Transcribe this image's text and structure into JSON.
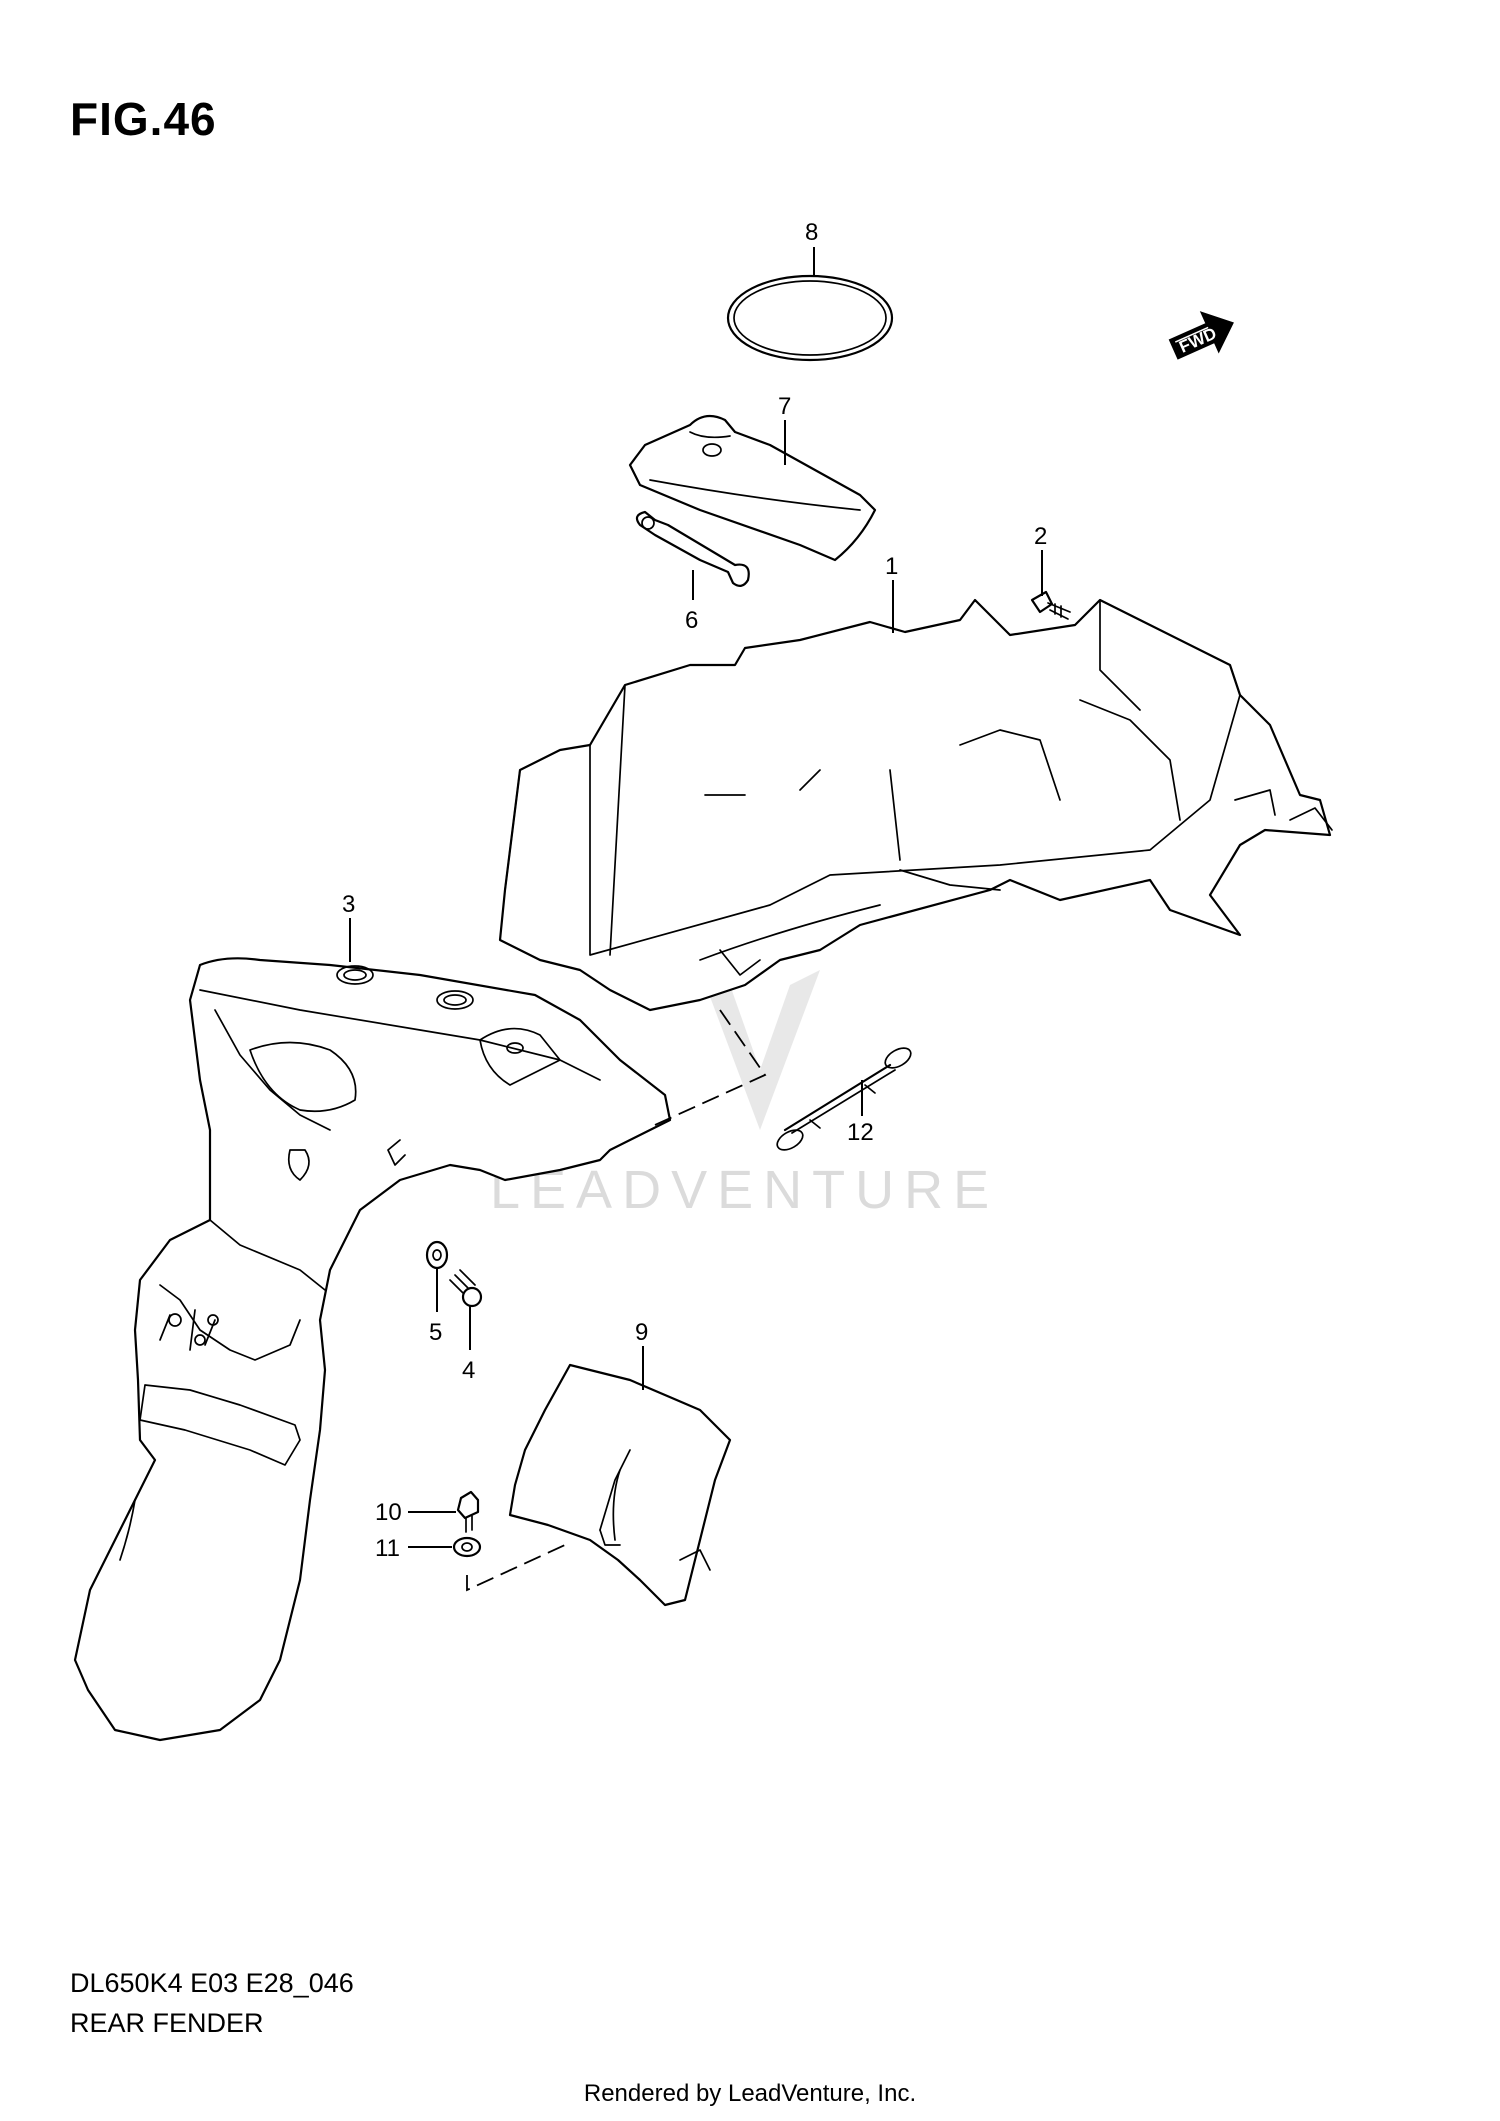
{
  "figure": {
    "title": "FIG.46",
    "model_code": "DL650K4 E03 E28_046",
    "section_name": "REAR FENDER"
  },
  "callouts": [
    "1",
    "2",
    "3",
    "4",
    "5",
    "6",
    "7",
    "8",
    "9",
    "10",
    "11",
    "12"
  ],
  "direction_label": "FWD",
  "watermark": "LEADVENTURE",
  "footer": "Rendered by LeadVenture, Inc."
}
